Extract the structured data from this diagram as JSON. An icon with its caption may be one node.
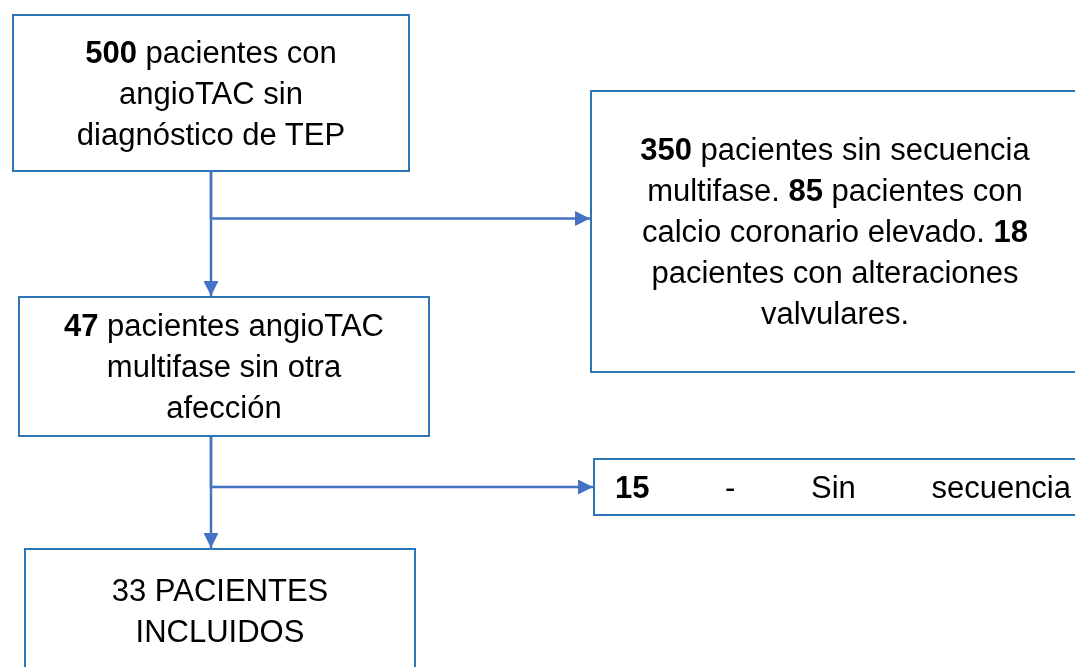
{
  "diagram": {
    "nodes": [
      {
        "text": [
          "**500** pacientes con angioTAC sin diagnóstico de TEP"
        ]
      },
      {
        "text": [
          "**350** pacientes sin secuencia multifase. **85** pacientes con calcio coronario elevado. **18** pacientes con alteraciones valvulares."
        ]
      },
      {
        "text": [
          "**47** pacientes angioTAC multifase sin otra afección"
        ]
      },
      {
        "text": [
          "**15** - Sin secuencia"
        ]
      },
      {
        "text": [
          "33 PACIENTES INCLUIDOS"
        ]
      }
    ],
    "edges": [
      {
        "from": 0,
        "to": 2,
        "arrow": "to"
      },
      {
        "from": 0,
        "to": 1,
        "arrow": "to"
      },
      {
        "from": 2,
        "to": 4,
        "arrow": "to"
      },
      {
        "from": 2,
        "to": 3,
        "arrow": "to"
      }
    ]
  }
}
